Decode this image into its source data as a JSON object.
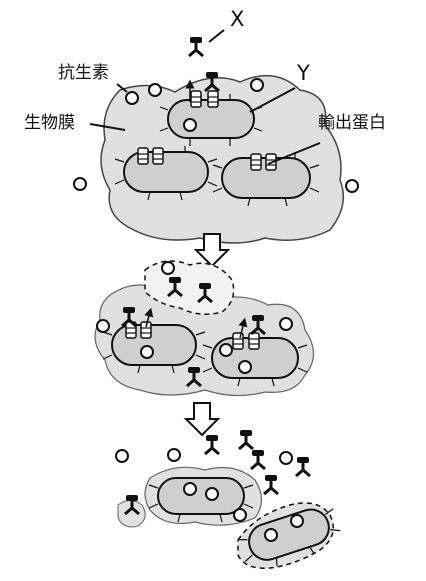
{
  "labels": {
    "x": "X",
    "y": "Y",
    "antibiotic": "抗生素",
    "biofilm": "生物膜",
    "efflux_protein": "輸出蛋白"
  },
  "stages": [
    "intact-biofilm",
    "partially-disrupted-biofilm",
    "dispersed-biofilm"
  ],
  "colors": {
    "biofilm_fill": "#e0e0e0",
    "bacterium_fill": "#cfcfcf",
    "stroke": "#111111"
  },
  "icons": [
    "antibiotic-circle-icon",
    "molecule-x-icon",
    "efflux-pump-icon",
    "down-arrow-icon"
  ]
}
